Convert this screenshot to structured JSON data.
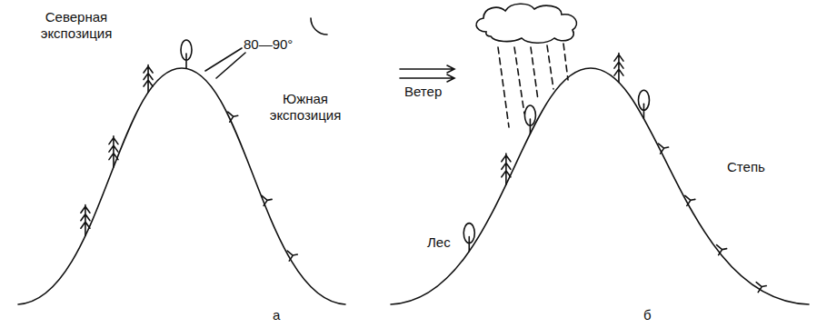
{
  "diagram": {
    "labels": [
      "Северная экспозиция",
      "80—90°",
      "Южная экспозиция",
      "а",
      "Ветер",
      "Лес",
      "Степь",
      "б"
    ]
  }
}
